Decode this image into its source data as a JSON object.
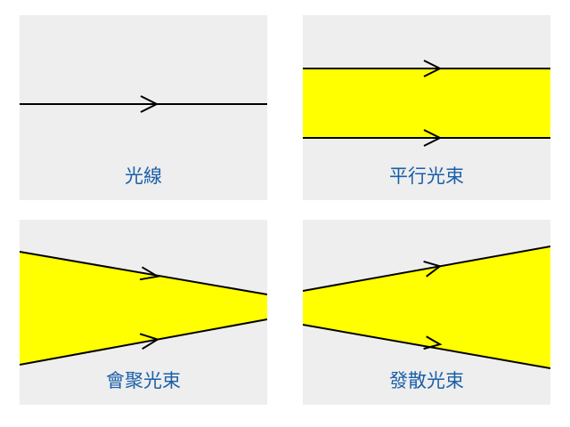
{
  "colors": {
    "panel_background": "#eeeeee",
    "beam_fill": "#ffff00",
    "ray_stroke": "#000000",
    "caption_text": "#1a5fa8"
  },
  "panels": [
    {
      "id": "ray",
      "caption": "光線"
    },
    {
      "id": "parallel",
      "caption": "平行光束"
    },
    {
      "id": "converge",
      "caption": "會聚光束"
    },
    {
      "id": "diverge",
      "caption": "發散光束"
    }
  ]
}
